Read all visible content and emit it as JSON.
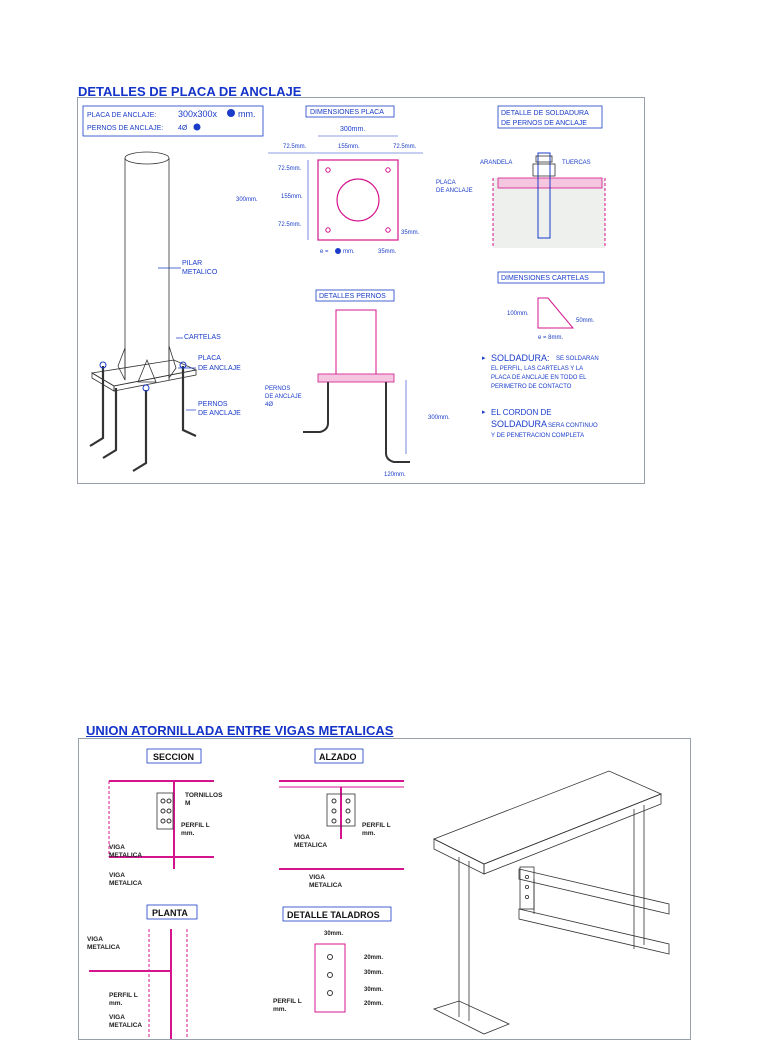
{
  "sheet1": {
    "title": "DETALLES DE PLACA DE ANCLAJE",
    "legend": {
      "line1_label": "PLACA DE ANCLAJE:",
      "line1_value": "300x300x",
      "line1_unit": "mm.",
      "line2_label": "PERNOS DE ANCLAJE:",
      "line2_value": "4Ø"
    },
    "labels": {
      "pilar": "PILAR",
      "metalico": "METALICO",
      "cartelas": "CARTELAS",
      "placa": "PLACA",
      "de_anclaje": "DE ANCLAJE",
      "pernos": "PERNOS",
      "pernos_small": "PERNOS",
      "de_anclaje_small": "DE ANCLAJE",
      "pernos_qty": "4Ø"
    },
    "dim_placa": {
      "heading": "DIMENSIONES PLACA",
      "width": "300mm.",
      "top_left": "72.5mm.",
      "top_mid": "155mm.",
      "top_right": "72.5mm.",
      "side_top": "72.5mm.",
      "side_mid": "155mm.",
      "side_bot": "72.5mm.",
      "height": "300mm.",
      "corner": "35mm.",
      "bot_corner": "35mm.",
      "thickness": "e = ",
      "thickness_unit": "mm."
    },
    "soldadura": {
      "heading1": "DETALLE DE SOLDADURA",
      "heading2": "DE PERNOS DE ANCLAJE",
      "arandela": "ARANDELA",
      "tuercas": "TUERCAS",
      "placa": "PLACA",
      "de_anclaje": "DE ANCLAJE"
    },
    "cartelas": {
      "heading": "DIMENSIONES CARTELAS",
      "h": "100mm.",
      "w": "50mm.",
      "e": "e = 8mm."
    },
    "pernos": {
      "heading": "DETALLES PERNOS",
      "length": "300mm.",
      "hook": "120mm."
    },
    "notes": {
      "n1_a": "SOLDADURA:",
      "n1_b": "SE SOLDARAN",
      "n1_c": "EL PERFIL, LAS CARTELAS Y LA",
      "n1_d": "PLACA DE ANCLAJE EN TODO EL",
      "n1_e": "PERIMETRO DE CONTACTO",
      "n2_a": "EL CORDON DE",
      "n2_b": "SOLDADURA",
      "n2_c": "SERA CONTINUO",
      "n2_d": "Y DE PENETRACION COMPLETA"
    }
  },
  "sheet2": {
    "title": "UNION ATORNILLADA ENTRE VIGAS METALICAS",
    "seccion": {
      "heading": "SECCION",
      "tornillos": "TORNILLOS",
      "tornillos_spec": "M",
      "perfil": "PERFIL L",
      "perfil_spec": "mm.",
      "viga1": "VIGA",
      "metalica1": "METALICA",
      "viga2": "VIGA",
      "metalica2": "METALICA"
    },
    "alzado": {
      "heading": "ALZADO",
      "perfil": "PERFIL L",
      "perfil_spec": "mm.",
      "viga1": "VIGA",
      "metalica1": "METALICA",
      "viga2": "VIGA",
      "metalica2": "METALICA"
    },
    "planta": {
      "heading": "PLANTA",
      "viga": "VIGA",
      "metalica": "METALICA",
      "perfil": "PERFIL L",
      "perfil_spec": "mm.",
      "viga2": "VIGA",
      "metalica2": "METALICA"
    },
    "taladros": {
      "heading": "DETALLE TALADROS",
      "top": "30mm.",
      "d1": "20mm.",
      "d2": "30mm.",
      "d3": "30mm.",
      "d4": "20mm.",
      "perfil": "PERFIL L",
      "perfil_spec": "mm."
    }
  }
}
